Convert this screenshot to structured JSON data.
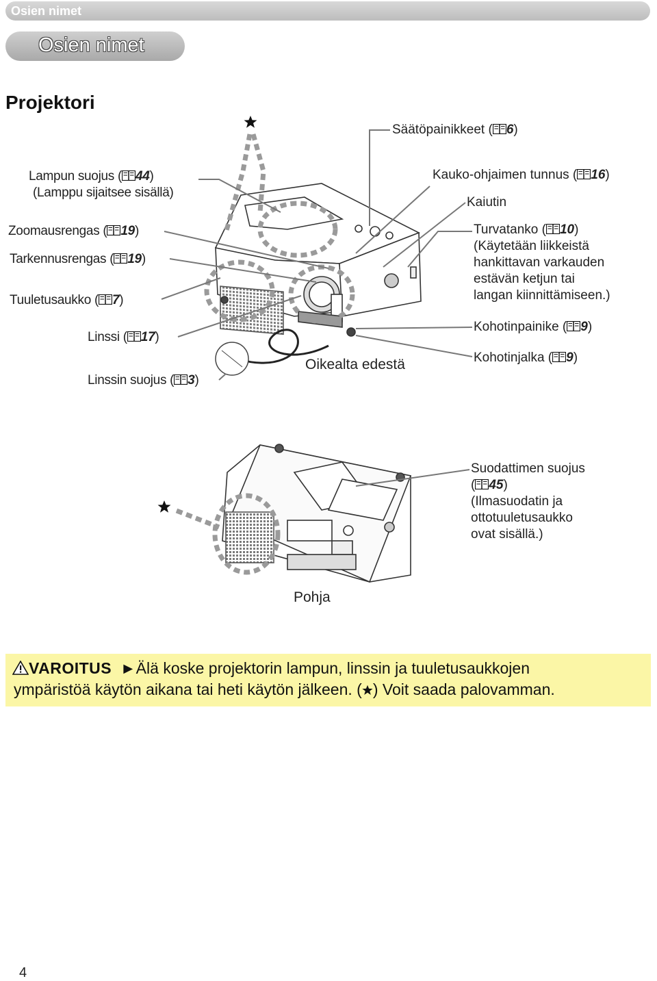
{
  "header": {
    "section_label": "Osien nimet"
  },
  "title": "Osien nimet",
  "section_heading": "Projektori",
  "labels": {
    "saatopainikkeet": {
      "text": "Säätöpainikkeet (",
      "page": "6",
      "close": ")"
    },
    "lampun_suojus": {
      "text": "Lampun suojus (",
      "page": "44",
      "close": ")"
    },
    "lamppu_sisalla": "(Lamppu sijaitsee sisällä)",
    "kauko_tunnus": {
      "text": "Kauko-ohjaimen tunnus (",
      "page": "16",
      "close": ")"
    },
    "kaiutin": "Kaiutin",
    "zoomausrengas": {
      "text": "Zoomausrengas (",
      "page": "19",
      "close": ")"
    },
    "tarkennusrengas": {
      "text": "Tarkennusrengas (",
      "page": "19",
      "close": ")"
    },
    "turvatanko": {
      "text": "Turvatanko (",
      "page": "10",
      "close": ")"
    },
    "turvatanko_desc": [
      "(Käytetään liikkeistä",
      "hankittavan varkauden",
      "estävän ketjun tai",
      "langan kiinnittämiseen.)"
    ],
    "tuuletusaukko": {
      "text": "Tuuletusaukko (",
      "page": "7",
      "close": ")"
    },
    "kohotinpainike": {
      "text": "Kohotinpainike (",
      "page": "9",
      "close": ")"
    },
    "linssi": {
      "text": "Linssi (",
      "page": "17",
      "close": ")"
    },
    "kohotinjalka": {
      "text": "Kohotinjalka (",
      "page": "9",
      "close": ")"
    },
    "oikealta_edesta": "Oikealta edestä",
    "linssin_suojus": {
      "text": "Linssin suojus (",
      "page": "3",
      "close": ")"
    },
    "suodattimen_suojus": "Suodattimen suojus",
    "suodatin_ref": {
      "text": "(",
      "page": "45",
      "close": ")"
    },
    "suodatin_desc": [
      "(Ilmasuodatin ja",
      "ottotuuletusaukko",
      "ovat sisällä.)"
    ],
    "pohja": "Pohja"
  },
  "warning": {
    "title": "VAROITUS",
    "line1": "►Älä koske projektorin lampun, linssin ja tuuletusaukkojen",
    "line2_a": "ympäristöä käytön aikana tai heti käytön jälkeen. (",
    "line2_b": ") Voit saada palovamman.",
    "bg_color": "#fbf6a6"
  },
  "page_number": "4",
  "colors": {
    "header_bar": "#c8c8c8",
    "text": "#222222",
    "dashed_circle": "#9a9a9a",
    "leader_lines": "#777777"
  },
  "icons": [
    "book-icon",
    "star-icon",
    "warning-triangle-icon"
  ]
}
